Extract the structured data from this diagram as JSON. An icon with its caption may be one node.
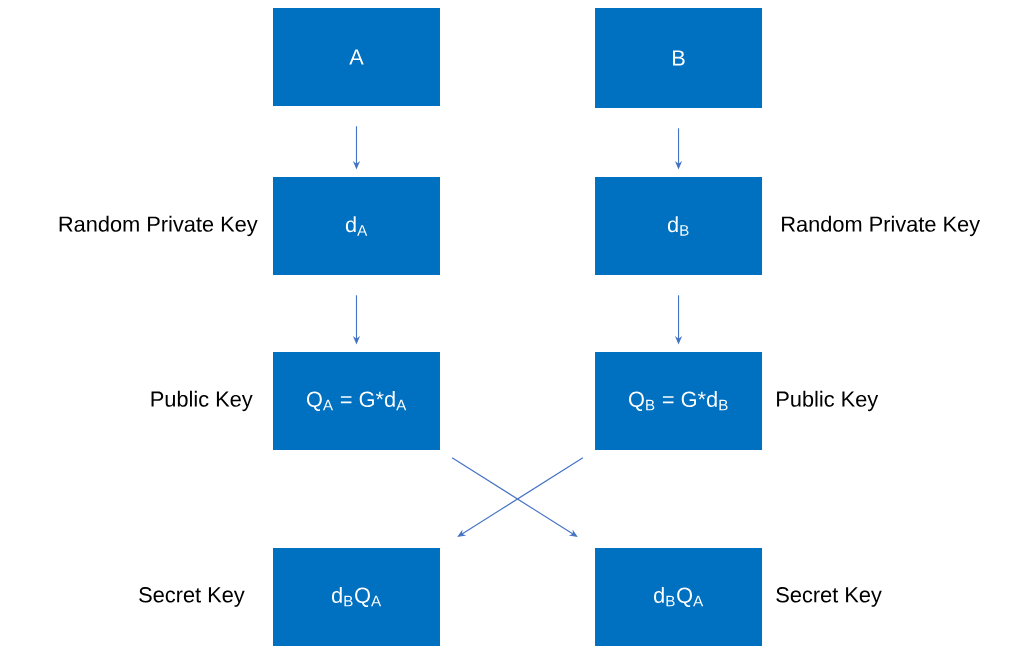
{
  "diagram": {
    "nodes": [
      {
        "text": [
          "A"
        ]
      },
      {
        "text": [
          "B"
        ]
      },
      {
        "text": [
          "d$_{A}$"
        ],
        "beside": [
          "Random Private Key"
        ]
      },
      {
        "text": [
          "d$_{B}$"
        ],
        "beside": [
          "Random Private Key"
        ]
      },
      {
        "text": [
          "Q$_{A}$ = G*d$_{A}$"
        ],
        "beside": [
          "Public Key"
        ]
      },
      {
        "text": [
          "Q$_{B}$ = G*d$_{B}$"
        ],
        "beside": [
          "Public Key"
        ]
      },
      {
        "text": [
          "d$_{B}$Q$_{A}$"
        ],
        "beside": [
          "Secret Key"
        ]
      },
      {
        "text": [
          "d$_{B}$Q$_{A}$"
        ],
        "beside": [
          "Secret Key"
        ]
      }
    ],
    "edges": [
      {
        "from": 0,
        "to": 2,
        "arrow": "to"
      },
      {
        "from": 1,
        "to": 3,
        "arrow": "to"
      },
      {
        "from": 2,
        "to": 4,
        "arrow": "to"
      },
      {
        "from": 3,
        "to": 5,
        "arrow": "to"
      },
      {
        "from": 4,
        "to": 7,
        "arrow": "to"
      },
      {
        "from": 5,
        "to": 6,
        "arrow": "to"
      }
    ]
  }
}
